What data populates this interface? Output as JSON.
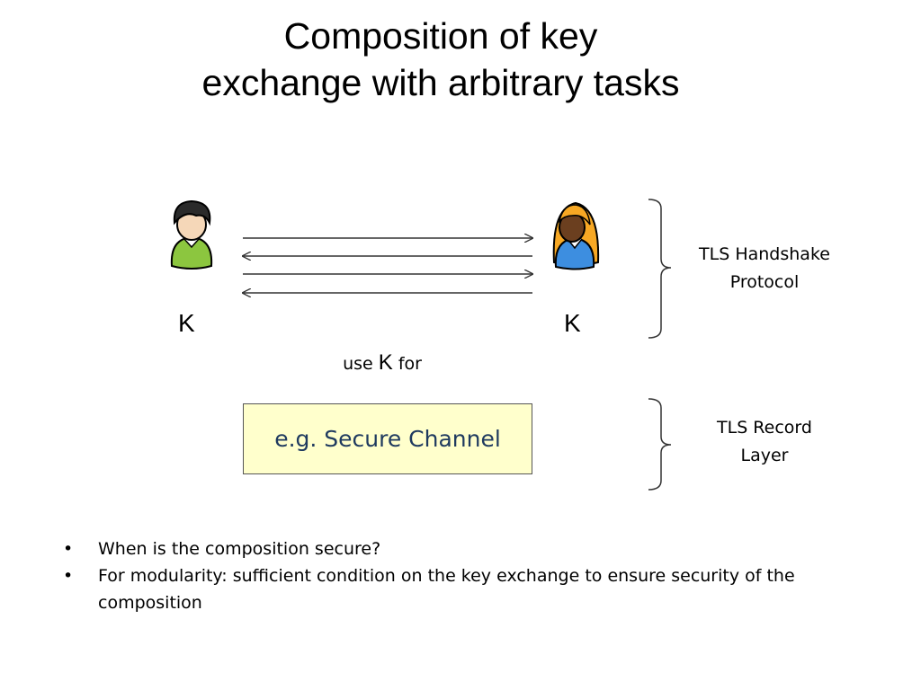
{
  "slide": {
    "title_line1": "Composition of key",
    "title_line2": "exchange with arbitrary tasks"
  },
  "diagram": {
    "party_left": {
      "icon": "male-user-icon",
      "key_label": "K"
    },
    "party_right": {
      "icon": "female-user-icon",
      "key_label": "K"
    },
    "arrows": [
      "right",
      "left",
      "right",
      "left"
    ],
    "use_prefix": "use",
    "use_key": "K",
    "use_suffix": "for",
    "channel_box_label": "e.g. Secure Channel",
    "channel_box_color": "#ffffcc",
    "handshake_label_line1": "TLS Handshake",
    "handshake_label_line2": "Protocol",
    "record_label_line1": "TLS Record",
    "record_label_line2": "Layer"
  },
  "bullets": [
    "When is the composition secure?",
    "For modularity: sufficient condition on  the key exchange to ensure security of the composition"
  ],
  "bullet_glyph": "•"
}
